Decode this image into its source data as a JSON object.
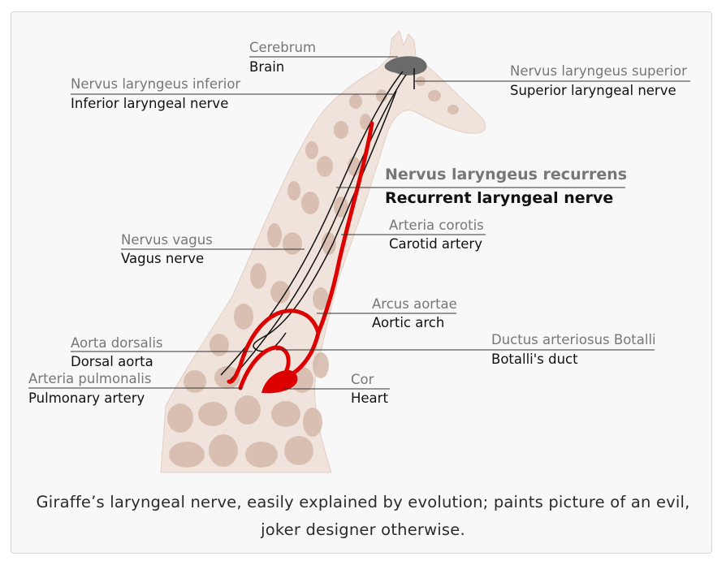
{
  "labels": {
    "cerebrum": {
      "latin": "Cerebrum",
      "english": "Brain"
    },
    "superior": {
      "latin": "Nervus laryngeus superior",
      "english": "Superior laryngeal nerve"
    },
    "inferior": {
      "latin": "Nervus laryngeus inferior",
      "english": "Inferior laryngeal nerve"
    },
    "recurrens": {
      "latin": "Nervus laryngeus recurrens",
      "english": "Recurrent laryngeal nerve"
    },
    "carotid": {
      "latin": "Arteria corotis",
      "english": "Carotid artery"
    },
    "vagus": {
      "latin": "Nervus vagus",
      "english": "Vagus nerve"
    },
    "arch": {
      "latin": "Arcus aortae",
      "english": "Aortic arch"
    },
    "dorsal": {
      "latin": "Aorta dorsalis",
      "english": "Dorsal aorta"
    },
    "botalli": {
      "latin": "Ductus arteriosus Botalli",
      "english": "Botalli's duct"
    },
    "pulmonary": {
      "latin": "Arteria pulmonalis",
      "english": "Pulmonary artery"
    },
    "heart": {
      "latin": "Cor",
      "english": "Heart"
    }
  },
  "caption": "Giraffe’s laryngeal nerve, easily explained by evolution; paints picture of an evil, joker designer otherwise.",
  "colors": {
    "artery": "#dd0000",
    "nerve": "#111111",
    "skin": "#f0e3dc",
    "patch": "#d6b9ab",
    "leader": "#333333"
  }
}
